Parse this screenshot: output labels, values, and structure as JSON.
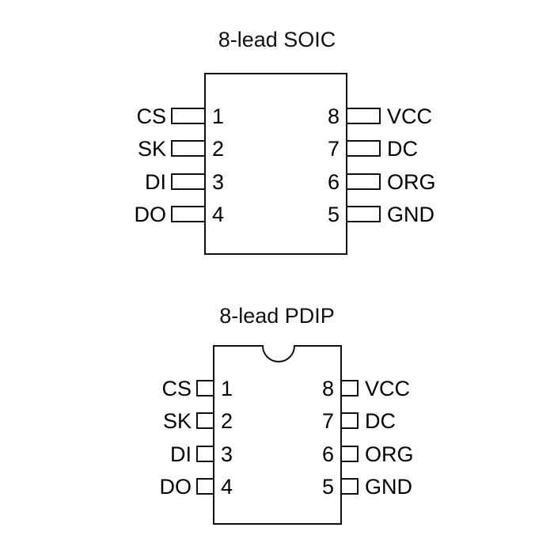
{
  "packages": [
    {
      "id": "soic",
      "title": "8-lead SOIC",
      "left_pins": [
        {
          "number": "1",
          "label": "CS"
        },
        {
          "number": "2",
          "label": "SK"
        },
        {
          "number": "3",
          "label": "DI"
        },
        {
          "number": "4",
          "label": "DO"
        }
      ],
      "right_pins": [
        {
          "number": "8",
          "label": "VCC"
        },
        {
          "number": "7",
          "label": "DC"
        },
        {
          "number": "6",
          "label": "ORG"
        },
        {
          "number": "5",
          "label": "GND"
        }
      ]
    },
    {
      "id": "pdip",
      "title": "8-lead PDIP",
      "left_pins": [
        {
          "number": "1",
          "label": "CS"
        },
        {
          "number": "2",
          "label": "SK"
        },
        {
          "number": "3",
          "label": "DI"
        },
        {
          "number": "4",
          "label": "DO"
        }
      ],
      "right_pins": [
        {
          "number": "8",
          "label": "VCC"
        },
        {
          "number": "7",
          "label": "DC"
        },
        {
          "number": "6",
          "label": "ORG"
        },
        {
          "number": "5",
          "label": "GND"
        }
      ]
    }
  ]
}
